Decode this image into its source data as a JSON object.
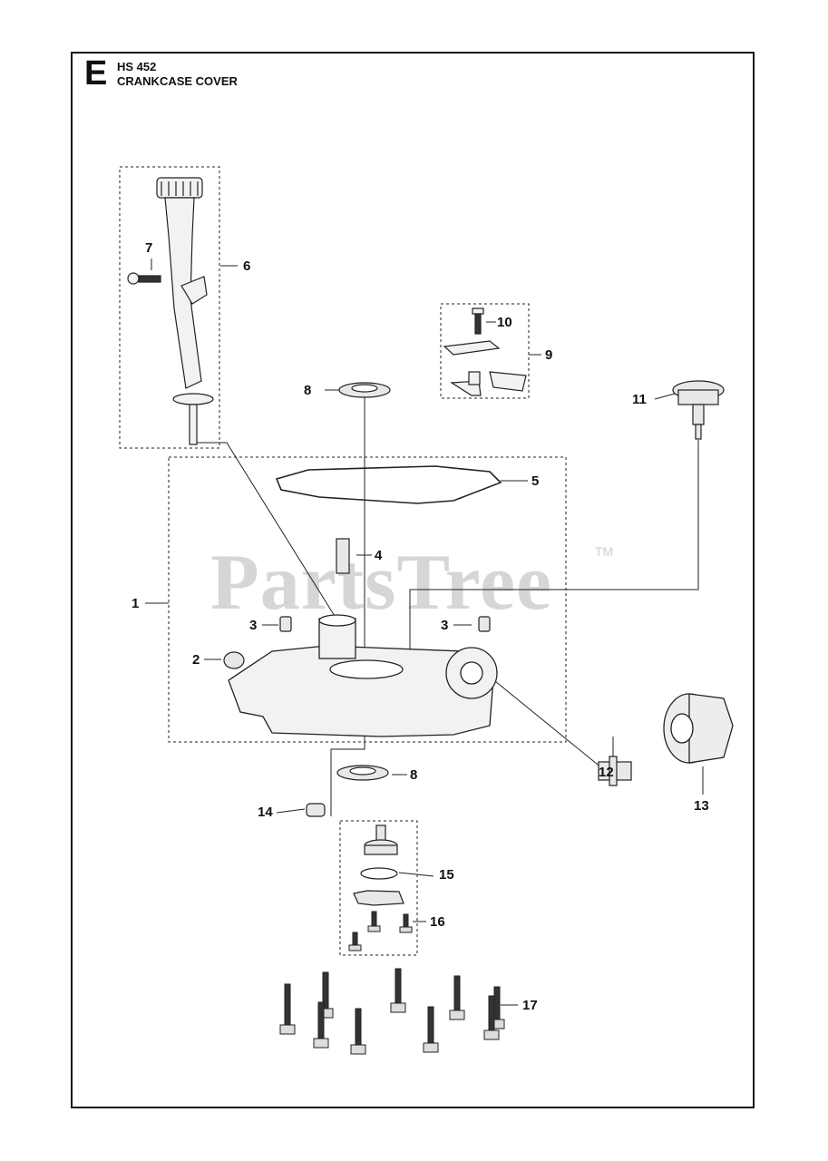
{
  "header": {
    "section_letter": "E",
    "model": "HS 452",
    "title": "CRANKCASE COVER"
  },
  "watermark": {
    "text": "PartsTree",
    "tm": "TM"
  },
  "callouts": [
    {
      "id": "c6",
      "text": "6"
    },
    {
      "id": "c7",
      "text": "7"
    },
    {
      "id": "c10",
      "text": "10"
    },
    {
      "id": "c9",
      "text": "9"
    },
    {
      "id": "c8a",
      "text": "8"
    },
    {
      "id": "c11",
      "text": "11"
    },
    {
      "id": "c5",
      "text": "5"
    },
    {
      "id": "c4",
      "text": "4"
    },
    {
      "id": "c1",
      "text": "1"
    },
    {
      "id": "c3a",
      "text": "3"
    },
    {
      "id": "c3b",
      "text": "3"
    },
    {
      "id": "c2",
      "text": "2"
    },
    {
      "id": "c8b",
      "text": "8"
    },
    {
      "id": "c12",
      "text": "12"
    },
    {
      "id": "c13",
      "text": "13"
    },
    {
      "id": "c14",
      "text": "14"
    },
    {
      "id": "c15",
      "text": "15"
    },
    {
      "id": "c16",
      "text": "16"
    },
    {
      "id": "c17",
      "text": "17"
    }
  ]
}
